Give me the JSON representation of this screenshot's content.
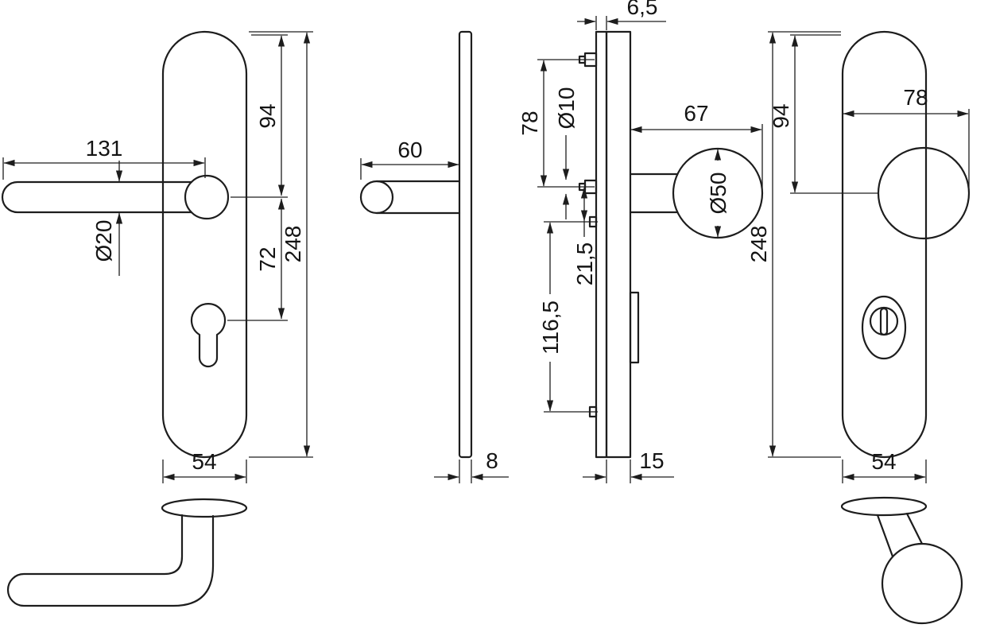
{
  "canvas": {
    "background": "#ffffff",
    "line_color": "#1d1d1d"
  },
  "dims": {
    "front_lever": {
      "lever_length": "131",
      "lever_diameter": "Ø20",
      "top_to_lever": "94",
      "lever_to_cylinder": "72",
      "plate_height": "248",
      "plate_width": "54"
    },
    "side_lever": {
      "projection": "60",
      "plate_thickness": "8"
    },
    "section": {
      "layer_thickness": "6,5",
      "screw_spacing": "78",
      "screw_diameter": "Ø10",
      "pin_offset": "21,5",
      "pin_spacing": "116,5",
      "plate_thickness": "15",
      "knob_projection": "67",
      "knob_diameter": "Ø50"
    },
    "front_knob": {
      "top_to_knob": "94",
      "overall_width": "78",
      "plate_height": "248",
      "plate_width": "54"
    }
  }
}
